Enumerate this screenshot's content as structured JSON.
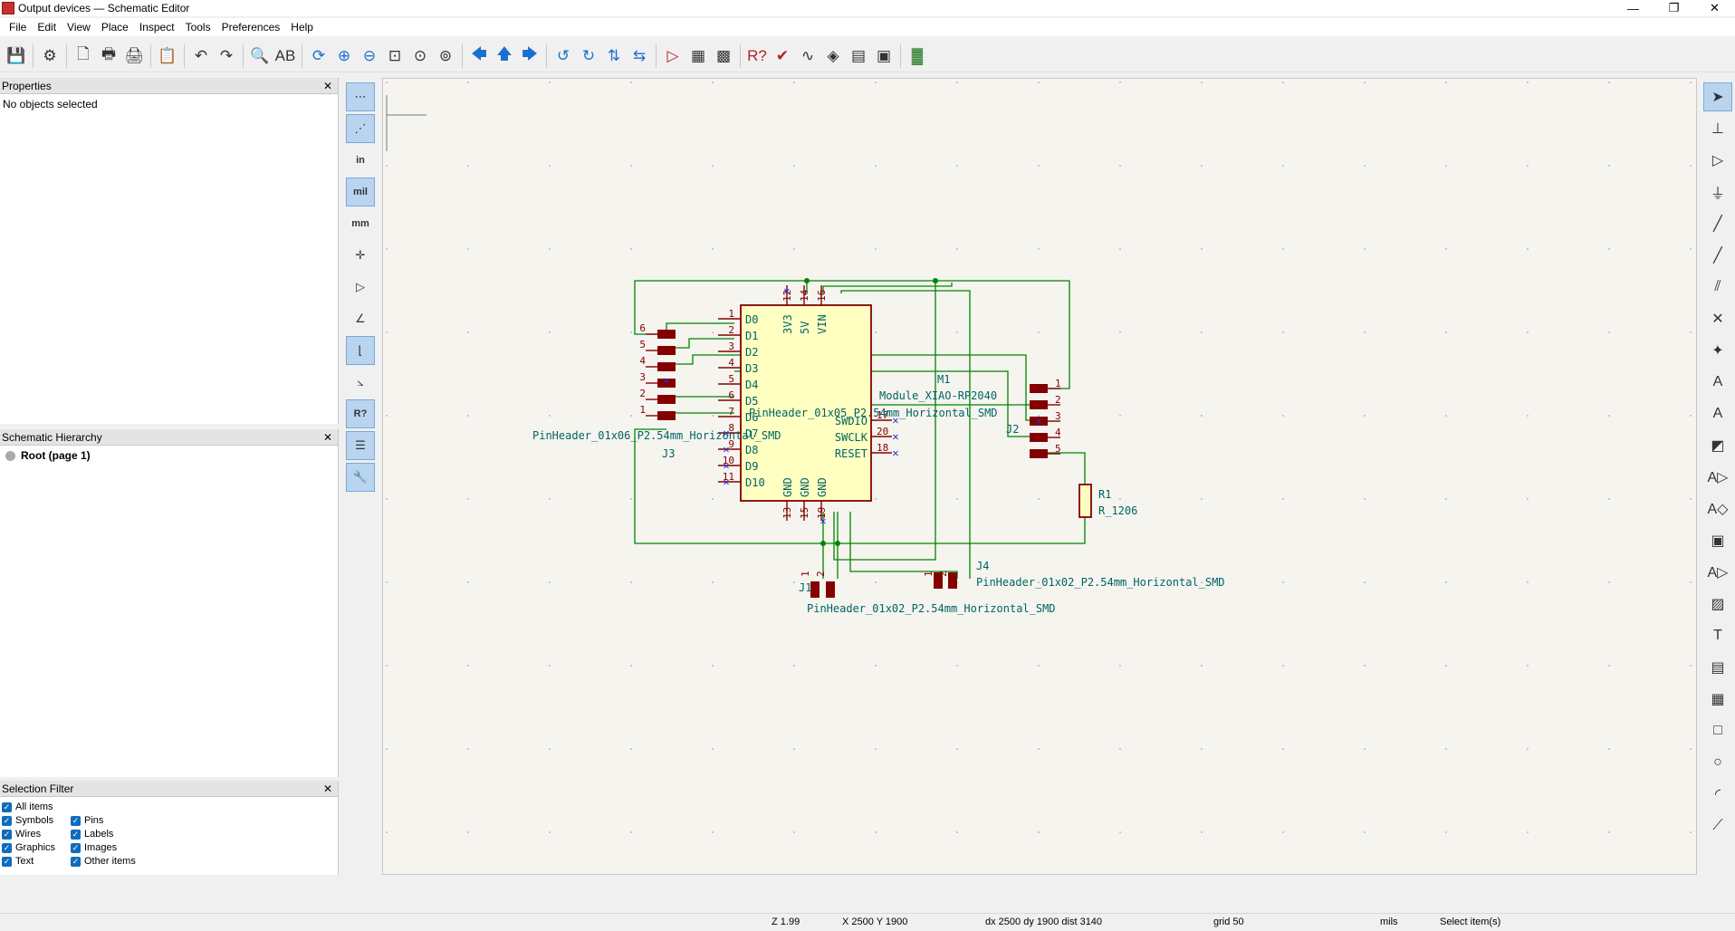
{
  "window": {
    "title": "Output devices — Schematic Editor",
    "minimize": "—",
    "restore": "❐",
    "close": "✕"
  },
  "menu": [
    "File",
    "Edit",
    "View",
    "Place",
    "Inspect",
    "Tools",
    "Preferences",
    "Help"
  ],
  "toolbar": [
    {
      "name": "save-icon",
      "glyph": "💾"
    },
    {
      "name": "schematic-setup-icon",
      "glyph": "⚙"
    },
    {
      "name": "page-settings-icon",
      "glyph": "🗋"
    },
    {
      "name": "print-icon",
      "glyph": "🖶"
    },
    {
      "name": "plot-icon",
      "glyph": "🖨"
    },
    {
      "name": "paste-icon",
      "glyph": "📋"
    },
    {
      "name": "undo-icon",
      "glyph": "↶"
    },
    {
      "name": "redo-icon",
      "glyph": "↷"
    },
    {
      "name": "find-icon",
      "glyph": "🔍"
    },
    {
      "name": "find-replace-icon",
      "glyph": "AB"
    },
    {
      "name": "refresh-icon",
      "glyph": "⟳"
    },
    {
      "name": "zoom-in-icon",
      "glyph": "⊕"
    },
    {
      "name": "zoom-out-icon",
      "glyph": "⊖"
    },
    {
      "name": "zoom-fit-icon",
      "glyph": "⊡"
    },
    {
      "name": "zoom-objects-icon",
      "glyph": "⊙"
    },
    {
      "name": "zoom-selection-icon",
      "glyph": "⊚"
    },
    {
      "name": "navigate-back-icon",
      "glyph": "🡄"
    },
    {
      "name": "navigate-up-icon",
      "glyph": "🡅"
    },
    {
      "name": "navigate-forward-icon",
      "glyph": "🡆"
    },
    {
      "name": "rotate-ccw-icon",
      "glyph": "↺"
    },
    {
      "name": "rotate-cw-icon",
      "glyph": "↻"
    },
    {
      "name": "mirror-vertical-icon",
      "glyph": "⇅"
    },
    {
      "name": "mirror-horizontal-icon",
      "glyph": "⇆"
    },
    {
      "name": "symbol-editor-icon",
      "glyph": "▷"
    },
    {
      "name": "symbol-library-icon",
      "glyph": "▦"
    },
    {
      "name": "symbol-fields-icon",
      "glyph": "▩"
    },
    {
      "name": "annotate-icon",
      "glyph": "R?"
    },
    {
      "name": "erc-icon",
      "glyph": "✔"
    },
    {
      "name": "simulator-icon",
      "glyph": "∿"
    },
    {
      "name": "assign-footprints-icon",
      "glyph": "◈"
    },
    {
      "name": "edit-fields-icon",
      "glyph": "▤"
    },
    {
      "name": "bom-icon",
      "glyph": "▣"
    },
    {
      "name": "pcb-editor-icon",
      "glyph": "▓"
    }
  ],
  "panels": {
    "properties": {
      "title": "Properties",
      "close": "✕",
      "empty_text": "No objects selected"
    },
    "hierarchy": {
      "title": "Schematic Hierarchy",
      "close": "✕",
      "root": "Root (page 1)"
    },
    "filter": {
      "title": "Selection Filter",
      "close": "✕",
      "items": [
        "All items",
        "",
        "Symbols",
        "Pins",
        "Wires",
        "Labels",
        "Graphics",
        "Images",
        "Text",
        "Other items"
      ]
    }
  },
  "left_tools": [
    {
      "name": "grid-dots-icon",
      "glyph": "⋯",
      "on": true
    },
    {
      "name": "grid-overrides-icon",
      "glyph": "⋰",
      "on": true
    },
    {
      "name": "units-inches-icon",
      "glyph": "in",
      "on": false,
      "txt": true
    },
    {
      "name": "units-mils-icon",
      "glyph": "mil",
      "on": true,
      "txt": true
    },
    {
      "name": "units-mm-icon",
      "glyph": "mm",
      "on": false,
      "txt": true
    },
    {
      "name": "cursor-crosshair-icon",
      "glyph": "✛",
      "on": false
    },
    {
      "name": "hidden-pins-icon",
      "glyph": "▷",
      "on": false
    },
    {
      "name": "line-free-angle-icon",
      "glyph": "∠",
      "on": false
    },
    {
      "name": "line-90-icon",
      "glyph": "⌊",
      "on": true
    },
    {
      "name": "line-45-icon",
      "glyph": "⦣",
      "on": false
    },
    {
      "name": "annotate-auto-icon",
      "glyph": "R?",
      "on": true,
      "txt": true
    },
    {
      "name": "hierarchy-panel-icon",
      "glyph": "☰",
      "on": true
    },
    {
      "name": "properties-panel-icon",
      "glyph": "🔧",
      "on": true
    }
  ],
  "right_tools": [
    {
      "name": "select-icon",
      "glyph": "➤",
      "on": true
    },
    {
      "name": "highlight-net-icon",
      "glyph": "⊥",
      "on": false
    },
    {
      "name": "add-symbol-icon",
      "glyph": "▷",
      "on": false
    },
    {
      "name": "add-power-icon",
      "glyph": "⏚",
      "on": false
    },
    {
      "name": "add-wire-icon",
      "glyph": "╱",
      "on": false
    },
    {
      "name": "add-bus-icon",
      "glyph": "╱",
      "on": false
    },
    {
      "name": "bus-entry-icon",
      "glyph": "⫽",
      "on": false
    },
    {
      "name": "no-connect-icon",
      "glyph": "✕",
      "on": false
    },
    {
      "name": "junction-icon",
      "glyph": "✦",
      "on": false
    },
    {
      "name": "net-label-icon",
      "glyph": "A",
      "on": false
    },
    {
      "name": "global-label-icon",
      "glyph": "A",
      "on": false
    },
    {
      "name": "hier-label-icon",
      "glyph": "◩",
      "on": false
    },
    {
      "name": "sheet-pin-icon",
      "glyph": "A▷",
      "on": false
    },
    {
      "name": "directive-label-icon",
      "glyph": "A◇",
      "on": false
    },
    {
      "name": "add-sheet-icon",
      "glyph": "▣",
      "on": false
    },
    {
      "name": "import-sheet-pin-icon",
      "glyph": "A▷",
      "on": false
    },
    {
      "name": "add-image-icon",
      "glyph": "▨",
      "on": false
    },
    {
      "name": "add-text-icon",
      "glyph": "T",
      "on": false
    },
    {
      "name": "add-textbox-icon",
      "glyph": "▤",
      "on": false
    },
    {
      "name": "add-table-icon",
      "glyph": "▦",
      "on": false
    },
    {
      "name": "add-rectangle-icon",
      "glyph": "□",
      "on": false
    },
    {
      "name": "add-circle-icon",
      "glyph": "○",
      "on": false
    },
    {
      "name": "add-arc-icon",
      "glyph": "◜",
      "on": false
    },
    {
      "name": "add-line-icon",
      "glyph": "⟋",
      "on": false
    }
  ],
  "schematic": {
    "colors": {
      "wire": "#008400",
      "body": "#ffffc2",
      "outline": "#840000",
      "text": "#006464",
      "pin": "#840000",
      "nc": "#2a2ad4"
    },
    "m1": {
      "ref": "M1",
      "value": "Module_XIAO-RP2040",
      "left_pins": [
        {
          "num": "1",
          "name": "D0"
        },
        {
          "num": "2",
          "name": "D1"
        },
        {
          "num": "3",
          "name": "D2"
        },
        {
          "num": "4",
          "name": "D3"
        },
        {
          "num": "5",
          "name": "D4"
        },
        {
          "num": "6",
          "name": "D5"
        },
        {
          "num": "7",
          "name": "D6"
        },
        {
          "num": "8",
          "name": "D7"
        },
        {
          "num": "9",
          "name": "D8"
        },
        {
          "num": "10",
          "name": "D9"
        },
        {
          "num": "11",
          "name": "D10"
        }
      ],
      "top_pins": [
        {
          "num": "12",
          "name": "3V3"
        },
        {
          "num": "14",
          "name": "5V"
        },
        {
          "num": "16",
          "name": "VIN"
        }
      ],
      "right_pins": [
        {
          "num": "17",
          "name": "SWDIO"
        },
        {
          "num": "20",
          "name": "SWCLK"
        },
        {
          "num": "18",
          "name": "RESET"
        }
      ],
      "bottom_pins": [
        {
          "num": "13",
          "name": "GND"
        },
        {
          "num": "15",
          "name": "GND"
        },
        {
          "num": "19",
          "name": "GND"
        }
      ]
    },
    "j3": {
      "ref": "J3",
      "value": "PinHeader_01x06_P2.54mm_Horizontal_SMD",
      "pins": [
        "6",
        "5",
        "4",
        "3",
        "2",
        "1"
      ]
    },
    "j2": {
      "ref": "J2",
      "value": "PinHeader_01x05_P2.54mm_Horizontal_SMD",
      "pins": [
        "1",
        "2",
        "3",
        "4",
        "5"
      ]
    },
    "j1": {
      "ref": "J1",
      "value": "PinHeader_01x02_P2.54mm_Horizontal_SMD",
      "pins": [
        "1",
        "2"
      ]
    },
    "j4": {
      "ref": "J4",
      "value": "PinHeader_01x02_P2.54mm_Horizontal_SMD",
      "pins": [
        "1",
        "2"
      ]
    },
    "r1": {
      "ref": "R1",
      "value": "R_1206"
    }
  },
  "status": {
    "zoom": "Z 1.99",
    "xy": "X 2500  Y 1900",
    "delta": "dx 2500  dy 1900  dist 3140",
    "grid": "grid 50",
    "units": "mils",
    "mode": "Select item(s)"
  }
}
